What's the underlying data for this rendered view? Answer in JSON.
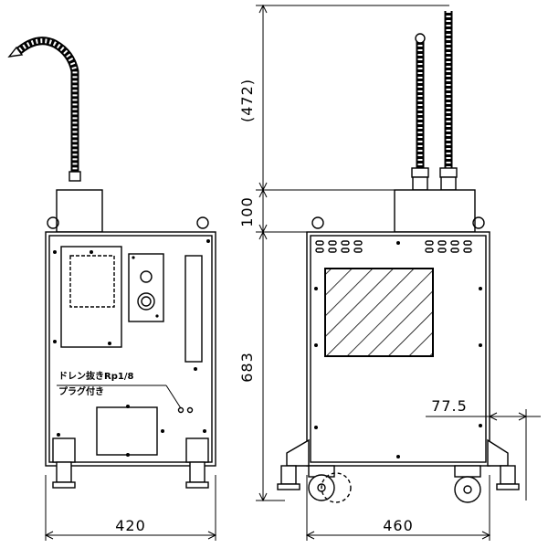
{
  "dimensions": {
    "top_height": "(472)",
    "middle_height": "100",
    "body_height": "683",
    "front_width": "420",
    "side_width": "460",
    "wheel_offset": "77.5"
  },
  "notes": {
    "drain_line1": "ドレン抜きRp1/8",
    "drain_line2": "プラグ付き"
  },
  "colors": {
    "line": "#000000",
    "background": "#ffffff"
  }
}
